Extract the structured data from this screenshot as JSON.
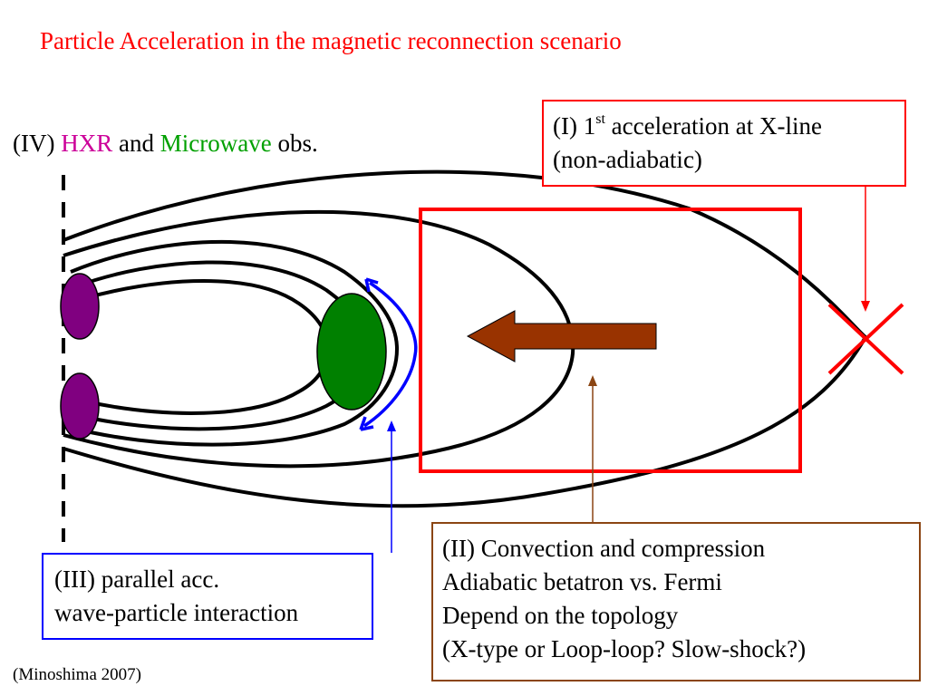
{
  "title": "Particle Acceleration in the magnetic reconnection scenario",
  "obs_label": {
    "prefix": "(IV) ",
    "hxr": "HXR",
    "middle": " and ",
    "microwave": "Microwave",
    "suffix": " obs."
  },
  "box_i": {
    "line1_prefix": "(I) 1",
    "line1_sup": "st",
    "line1_suffix": " acceleration at X-line",
    "line2": "(non-adiabatic)"
  },
  "box_ii": {
    "lines": [
      "(II) Convection and compression",
      "Adiabatic betatron vs. Fermi",
      "Depend on the topology",
      "(X-type or Loop-loop? Slow-shock?)"
    ]
  },
  "box_iii": {
    "lines": [
      "(III) parallel acc.",
      "wave-particle interaction"
    ]
  },
  "citation": "(Minoshima 2007)",
  "colors": {
    "title": "#ff0000",
    "hxr": "#cc0099",
    "microwave": "#00a000",
    "x_line": "#ff0000",
    "region_box": "#ff0000",
    "inflow_arrow": "#993300",
    "footpoints": "#800080",
    "loop_top_source": "#008000",
    "parallel_arrow": "#0000ff",
    "field_lines": "#000000"
  }
}
